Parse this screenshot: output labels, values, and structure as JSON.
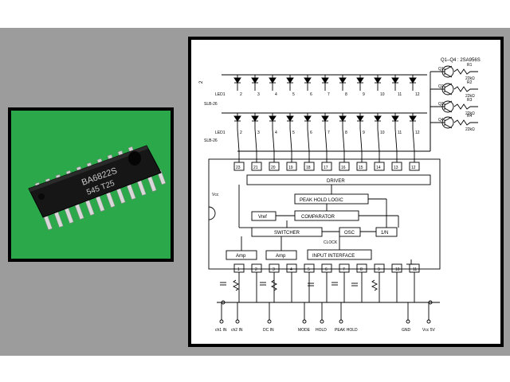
{
  "photo": {
    "chip_marking_line1": "BA6822S",
    "chip_marking_line2": "545 T25"
  },
  "schematic": {
    "transistor_note": "Q1–Q4 : 2SA956S",
    "row_top_label": "2",
    "row_mid_label": "SLB-26",
    "row_bot_label": "SLB-26",
    "led_row_label": "LED1",
    "led_numbers": [
      "2",
      "3",
      "4",
      "5",
      "6",
      "7",
      "8",
      "9",
      "10",
      "11",
      "12"
    ],
    "transistors": [
      "Q1",
      "Q2",
      "Q3",
      "Q4"
    ],
    "res_label": "R",
    "res_value": "22kΩ",
    "top_pins": [
      "23",
      "21",
      "20",
      "19",
      "18",
      "17",
      "16",
      "15",
      "14",
      "13",
      "12"
    ],
    "bottom_pins": [
      "1",
      "2",
      "3",
      "4",
      "5",
      "6",
      "7",
      "8",
      "9",
      "10",
      "11"
    ],
    "blocks": {
      "driver": "DRIVER",
      "peak_hold": "PEAK HOLD LOGIC",
      "comparator": "COMPARATOR",
      "vref": "Vref",
      "switcher": "SWITCHER",
      "osc": "OSC",
      "div": "1/N",
      "clock": "CLOCK",
      "amp1": "Amp",
      "amp2": "Amp",
      "input_if": "INPUT INTERFACE"
    },
    "vcc_label": "Vcc",
    "bottom_labels": [
      "ch1 IN",
      "ch2 IN",
      "DC IN",
      "MODE",
      "HOLD",
      "PEAK HOLD",
      "GND",
      "Vcc 5V"
    ]
  }
}
